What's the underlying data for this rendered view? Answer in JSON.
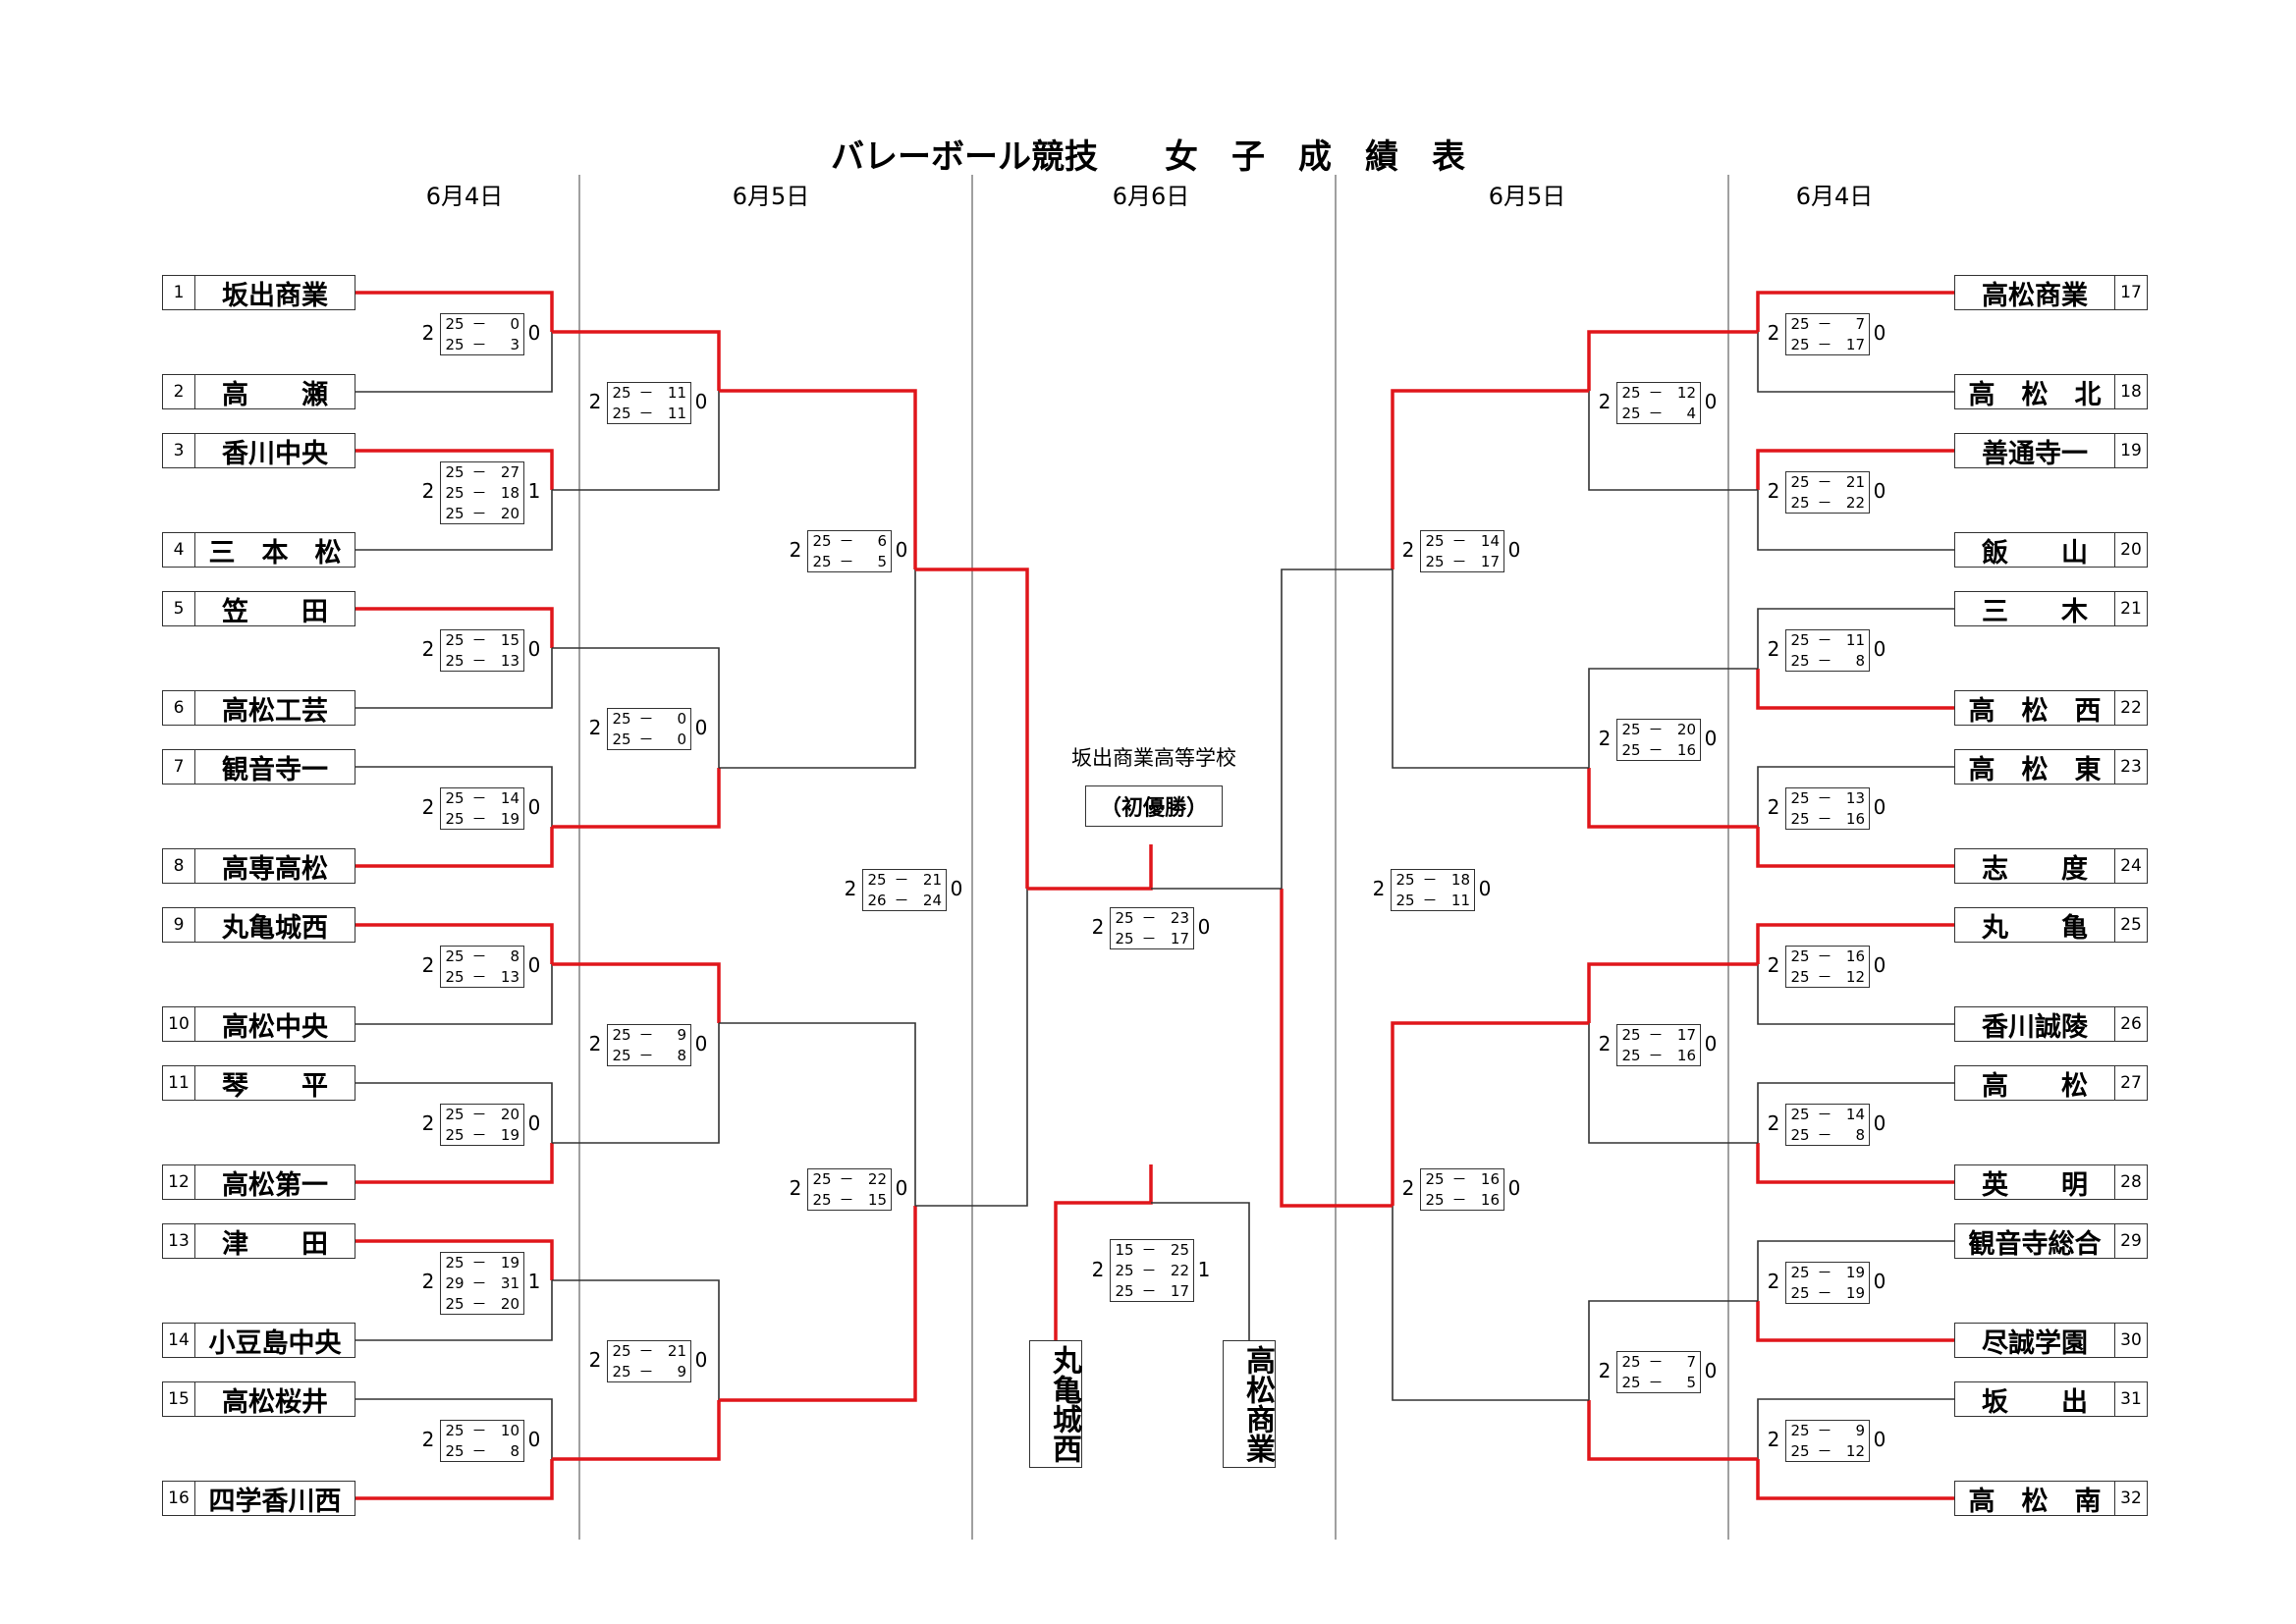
{
  "title": "バレーボール競技　　女　子　成　績　表",
  "dates": {
    "left_r1": "6月4日",
    "left_r2": "6月5日",
    "center": "6月6日",
    "right_r2": "6月5日",
    "right_r1": "6月4日"
  },
  "teams_left": [
    {
      "no": "1",
      "name": "坂出商業"
    },
    {
      "no": "2",
      "name": "高　　瀬"
    },
    {
      "no": "3",
      "name": "香川中央"
    },
    {
      "no": "4",
      "name": "三　本　松"
    },
    {
      "no": "5",
      "name": "笠　　田"
    },
    {
      "no": "6",
      "name": "高松工芸"
    },
    {
      "no": "7",
      "name": "観音寺一"
    },
    {
      "no": "8",
      "name": "高専高松"
    },
    {
      "no": "9",
      "name": "丸亀城西"
    },
    {
      "no": "10",
      "name": "高松中央"
    },
    {
      "no": "11",
      "name": "琴　　平"
    },
    {
      "no": "12",
      "name": "高松第一"
    },
    {
      "no": "13",
      "name": "津　　田"
    },
    {
      "no": "14",
      "name": "小豆島中央"
    },
    {
      "no": "15",
      "name": "高松桜井"
    },
    {
      "no": "16",
      "name": "四学香川西"
    }
  ],
  "teams_right": [
    {
      "no": "17",
      "name": "高松商業"
    },
    {
      "no": "18",
      "name": "高　松　北"
    },
    {
      "no": "19",
      "name": "善通寺一"
    },
    {
      "no": "20",
      "name": "飯　　山"
    },
    {
      "no": "21",
      "name": "三　　木"
    },
    {
      "no": "22",
      "name": "高　松　西"
    },
    {
      "no": "23",
      "name": "高　松　東"
    },
    {
      "no": "24",
      "name": "志　　度"
    },
    {
      "no": "25",
      "name": "丸　　亀"
    },
    {
      "no": "26",
      "name": "香川誠陵"
    },
    {
      "no": "27",
      "name": "高　　松"
    },
    {
      "no": "28",
      "name": "英　　明"
    },
    {
      "no": "29",
      "name": "観音寺総合"
    },
    {
      "no": "30",
      "name": "尽誠学園"
    },
    {
      "no": "31",
      "name": "坂　　出"
    },
    {
      "no": "32",
      "name": "高　松　南"
    }
  ],
  "matches": [
    {
      "w": "2",
      "l": "0",
      "sets": [
        [
          "25",
          "0"
        ],
        [
          "25",
          "3"
        ]
      ]
    },
    {
      "w": "2",
      "l": "1",
      "sets": [
        [
          "25",
          "27"
        ],
        [
          "25",
          "18"
        ],
        [
          "25",
          "20"
        ]
      ]
    },
    {
      "w": "2",
      "l": "0",
      "sets": [
        [
          "25",
          "15"
        ],
        [
          "25",
          "13"
        ]
      ]
    },
    {
      "w": "2",
      "l": "0",
      "sets": [
        [
          "25",
          "14"
        ],
        [
          "25",
          "19"
        ]
      ]
    },
    {
      "w": "2",
      "l": "0",
      "sets": [
        [
          "25",
          "8"
        ],
        [
          "25",
          "13"
        ]
      ]
    },
    {
      "w": "2",
      "l": "0",
      "sets": [
        [
          "25",
          "20"
        ],
        [
          "25",
          "19"
        ]
      ]
    },
    {
      "w": "2",
      "l": "1",
      "sets": [
        [
          "25",
          "19"
        ],
        [
          "29",
          "31"
        ],
        [
          "25",
          "20"
        ]
      ]
    },
    {
      "w": "2",
      "l": "0",
      "sets": [
        [
          "25",
          "10"
        ],
        [
          "25",
          "8"
        ]
      ]
    },
    {
      "w": "2",
      "l": "0",
      "sets": [
        [
          "25",
          "11"
        ],
        [
          "25",
          "11"
        ]
      ]
    },
    {
      "w": "2",
      "l": "0",
      "sets": [
        [
          "25",
          "0"
        ],
        [
          "25",
          "0"
        ]
      ]
    },
    {
      "w": "2",
      "l": "0",
      "sets": [
        [
          "25",
          "9"
        ],
        [
          "25",
          "8"
        ]
      ]
    },
    {
      "w": "2",
      "l": "0",
      "sets": [
        [
          "25",
          "21"
        ],
        [
          "25",
          "9"
        ]
      ]
    },
    {
      "w": "2",
      "l": "0",
      "sets": [
        [
          "25",
          "6"
        ],
        [
          "25",
          "5"
        ]
      ]
    },
    {
      "w": "2",
      "l": "0",
      "sets": [
        [
          "25",
          "22"
        ],
        [
          "25",
          "15"
        ]
      ]
    },
    {
      "w": "2",
      "l": "0",
      "sets": [
        [
          "25",
          "21"
        ],
        [
          "26",
          "24"
        ]
      ]
    },
    {
      "w": "2",
      "l": "0",
      "sets": [
        [
          "25",
          "7"
        ],
        [
          "25",
          "17"
        ]
      ]
    },
    {
      "w": "2",
      "l": "0",
      "sets": [
        [
          "25",
          "21"
        ],
        [
          "25",
          "22"
        ]
      ]
    },
    {
      "w": "2",
      "l": "0",
      "sets": [
        [
          "25",
          "11"
        ],
        [
          "25",
          "8"
        ]
      ]
    },
    {
      "w": "2",
      "l": "0",
      "sets": [
        [
          "25",
          "13"
        ],
        [
          "25",
          "16"
        ]
      ]
    },
    {
      "w": "2",
      "l": "0",
      "sets": [
        [
          "25",
          "16"
        ],
        [
          "25",
          "12"
        ]
      ]
    },
    {
      "w": "2",
      "l": "0",
      "sets": [
        [
          "25",
          "14"
        ],
        [
          "25",
          "8"
        ]
      ]
    },
    {
      "w": "2",
      "l": "0",
      "sets": [
        [
          "25",
          "19"
        ],
        [
          "25",
          "19"
        ]
      ]
    },
    {
      "w": "2",
      "l": "0",
      "sets": [
        [
          "25",
          "9"
        ],
        [
          "25",
          "12"
        ]
      ]
    },
    {
      "w": "2",
      "l": "0",
      "sets": [
        [
          "25",
          "12"
        ],
        [
          "25",
          "4"
        ]
      ]
    },
    {
      "w": "2",
      "l": "0",
      "sets": [
        [
          "25",
          "20"
        ],
        [
          "25",
          "16"
        ]
      ]
    },
    {
      "w": "2",
      "l": "0",
      "sets": [
        [
          "25",
          "17"
        ],
        [
          "25",
          "16"
        ]
      ]
    },
    {
      "w": "2",
      "l": "0",
      "sets": [
        [
          "25",
          "7"
        ],
        [
          "25",
          "5"
        ]
      ]
    },
    {
      "w": "2",
      "l": "0",
      "sets": [
        [
          "25",
          "14"
        ],
        [
          "25",
          "17"
        ]
      ]
    },
    {
      "w": "2",
      "l": "0",
      "sets": [
        [
          "25",
          "16"
        ],
        [
          "25",
          "16"
        ]
      ]
    },
    {
      "w": "2",
      "l": "0",
      "sets": [
        [
          "25",
          "18"
        ],
        [
          "25",
          "11"
        ]
      ]
    },
    {
      "w": "2",
      "l": "0",
      "sets": [
        [
          "25",
          "23"
        ],
        [
          "25",
          "17"
        ]
      ]
    },
    {
      "w": "2",
      "l": "1",
      "sets": [
        [
          "15",
          "25"
        ],
        [
          "25",
          "22"
        ],
        [
          "25",
          "17"
        ]
      ]
    }
  ],
  "finalists": {
    "left": "丸亀城西",
    "right": "高松商業"
  },
  "champion": {
    "school": "坂出商業高等学校",
    "note": "（初優勝）"
  },
  "colors": {
    "win": "#e0161b",
    "line": "#333333",
    "divider": "#777777"
  }
}
